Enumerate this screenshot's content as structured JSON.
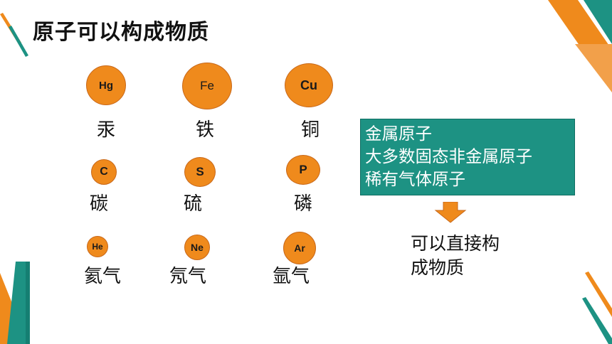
{
  "title": "原子可以构成物质",
  "atoms": [
    {
      "symbol": "Hg",
      "name": "汞"
    },
    {
      "symbol": "Fe",
      "name": "铁"
    },
    {
      "symbol": "Cu",
      "name": "铜"
    },
    {
      "symbol": "C",
      "name": "碳"
    },
    {
      "symbol": "S",
      "name": "硫"
    },
    {
      "symbol": "P",
      "name": "磷"
    },
    {
      "symbol": "He",
      "name": "氦气"
    },
    {
      "symbol": "Ne",
      "name": "氖气"
    },
    {
      "symbol": "Ar",
      "name": "氩气"
    }
  ],
  "category_box": {
    "lines": [
      "金属原子",
      "大多数固态非金属原子",
      "稀有气体原子"
    ]
  },
  "result": {
    "lines": [
      "可以直接构",
      "成物质"
    ]
  },
  "colors": {
    "orange": "#ef8a1c",
    "teal": "#1d9283",
    "dark_teal": "#0f6e62"
  }
}
